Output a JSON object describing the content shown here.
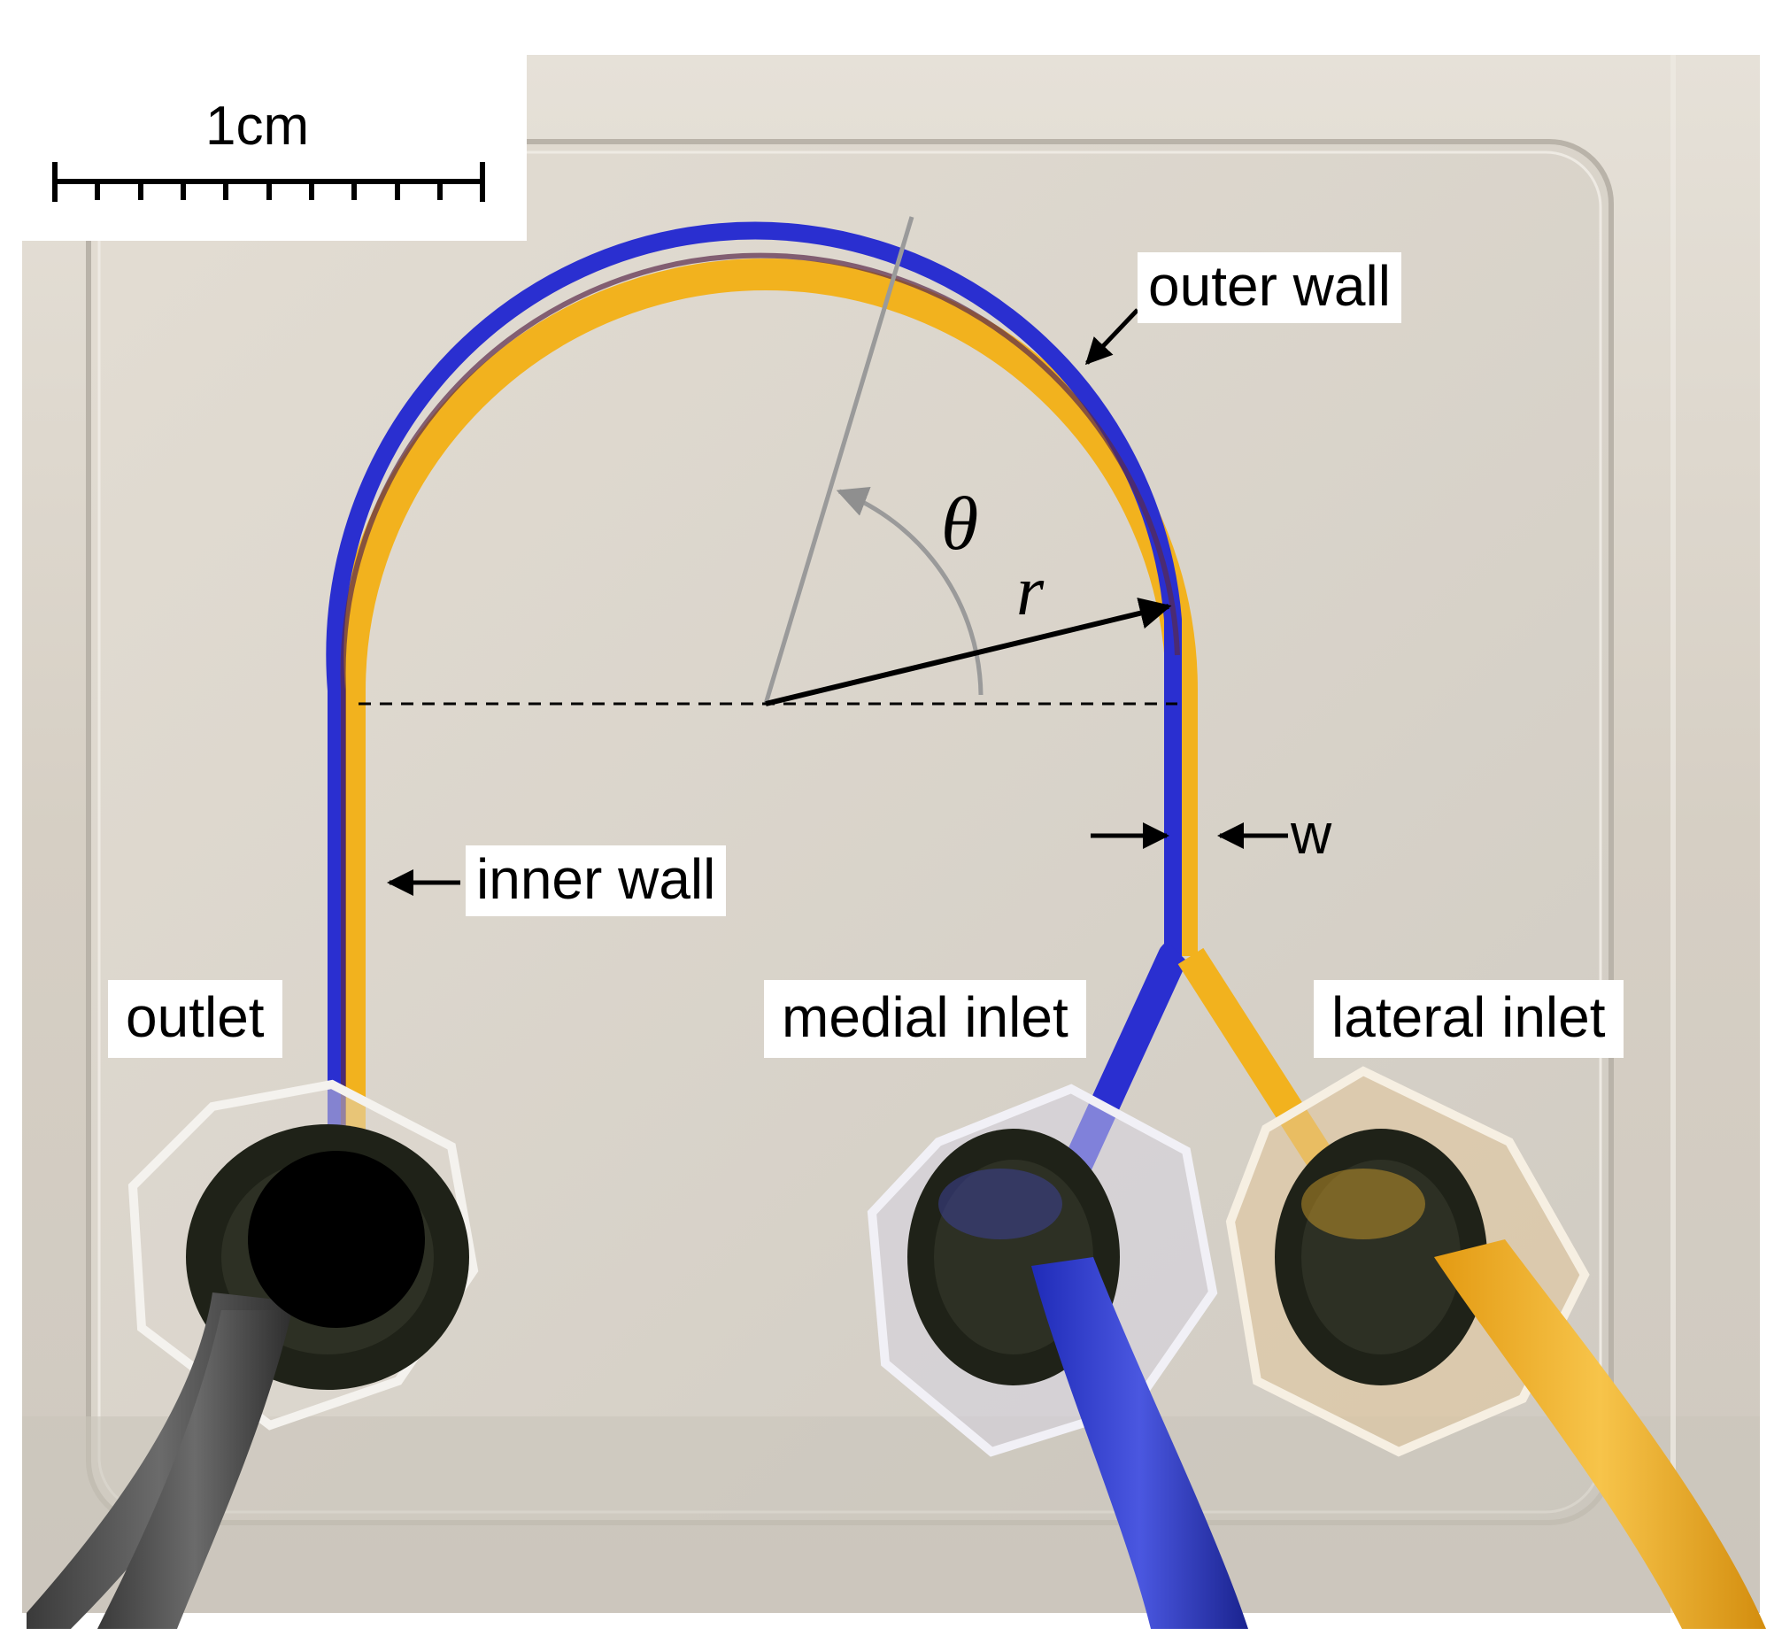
{
  "scale_bar": {
    "label": "1cm",
    "minor_ticks": 10
  },
  "labels": {
    "outer_wall": "outer wall",
    "inner_wall": "inner wall",
    "outlet": "outlet",
    "medial_inlet": "medial inlet",
    "lateral_inlet": "lateral inlet",
    "w": "w",
    "theta": "θ",
    "r": "r"
  },
  "colors": {
    "medial_fluid": "#2a2fd0",
    "lateral_fluid": "#f2b21e",
    "background": "#d9d3c9",
    "annotation": "#000000",
    "angle_line": "#9a9a9a"
  },
  "icons": [
    "hexagon-fitting-icon",
    "tubing-icon",
    "arrow-icon"
  ]
}
